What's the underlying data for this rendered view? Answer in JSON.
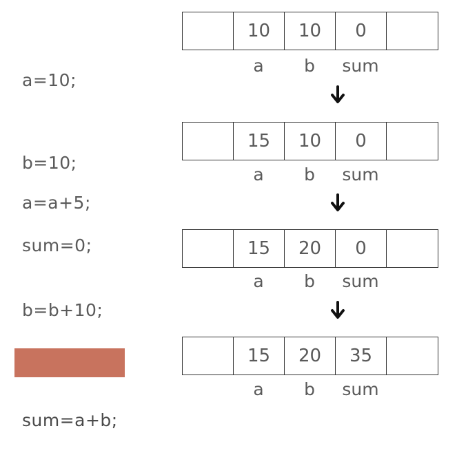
{
  "steps": [
    {
      "code": [
        "a=10;",
        "b=10;",
        "sum=0;"
      ],
      "values": [
        "",
        "10",
        "10",
        "0",
        ""
      ],
      "highlighted": false
    },
    {
      "code": [
        "a=a+5;"
      ],
      "values": [
        "",
        "15",
        "10",
        "0",
        ""
      ],
      "highlighted": false
    },
    {
      "code": [
        "b=b+10;"
      ],
      "values": [
        "",
        "15",
        "20",
        "0",
        ""
      ],
      "highlighted": false
    },
    {
      "code": [
        "sum=a+b;"
      ],
      "values": [
        "",
        "15",
        "20",
        "35",
        ""
      ],
      "highlighted": true
    }
  ],
  "cell_labels": [
    "",
    "a",
    "b",
    "sum",
    ""
  ],
  "colors": {
    "highlight": "#c8735e",
    "border": "#333333",
    "text": "#5a5a5a",
    "arrow": "#111111"
  },
  "icons": {
    "flow_arrow": "arrow-down-icon"
  }
}
